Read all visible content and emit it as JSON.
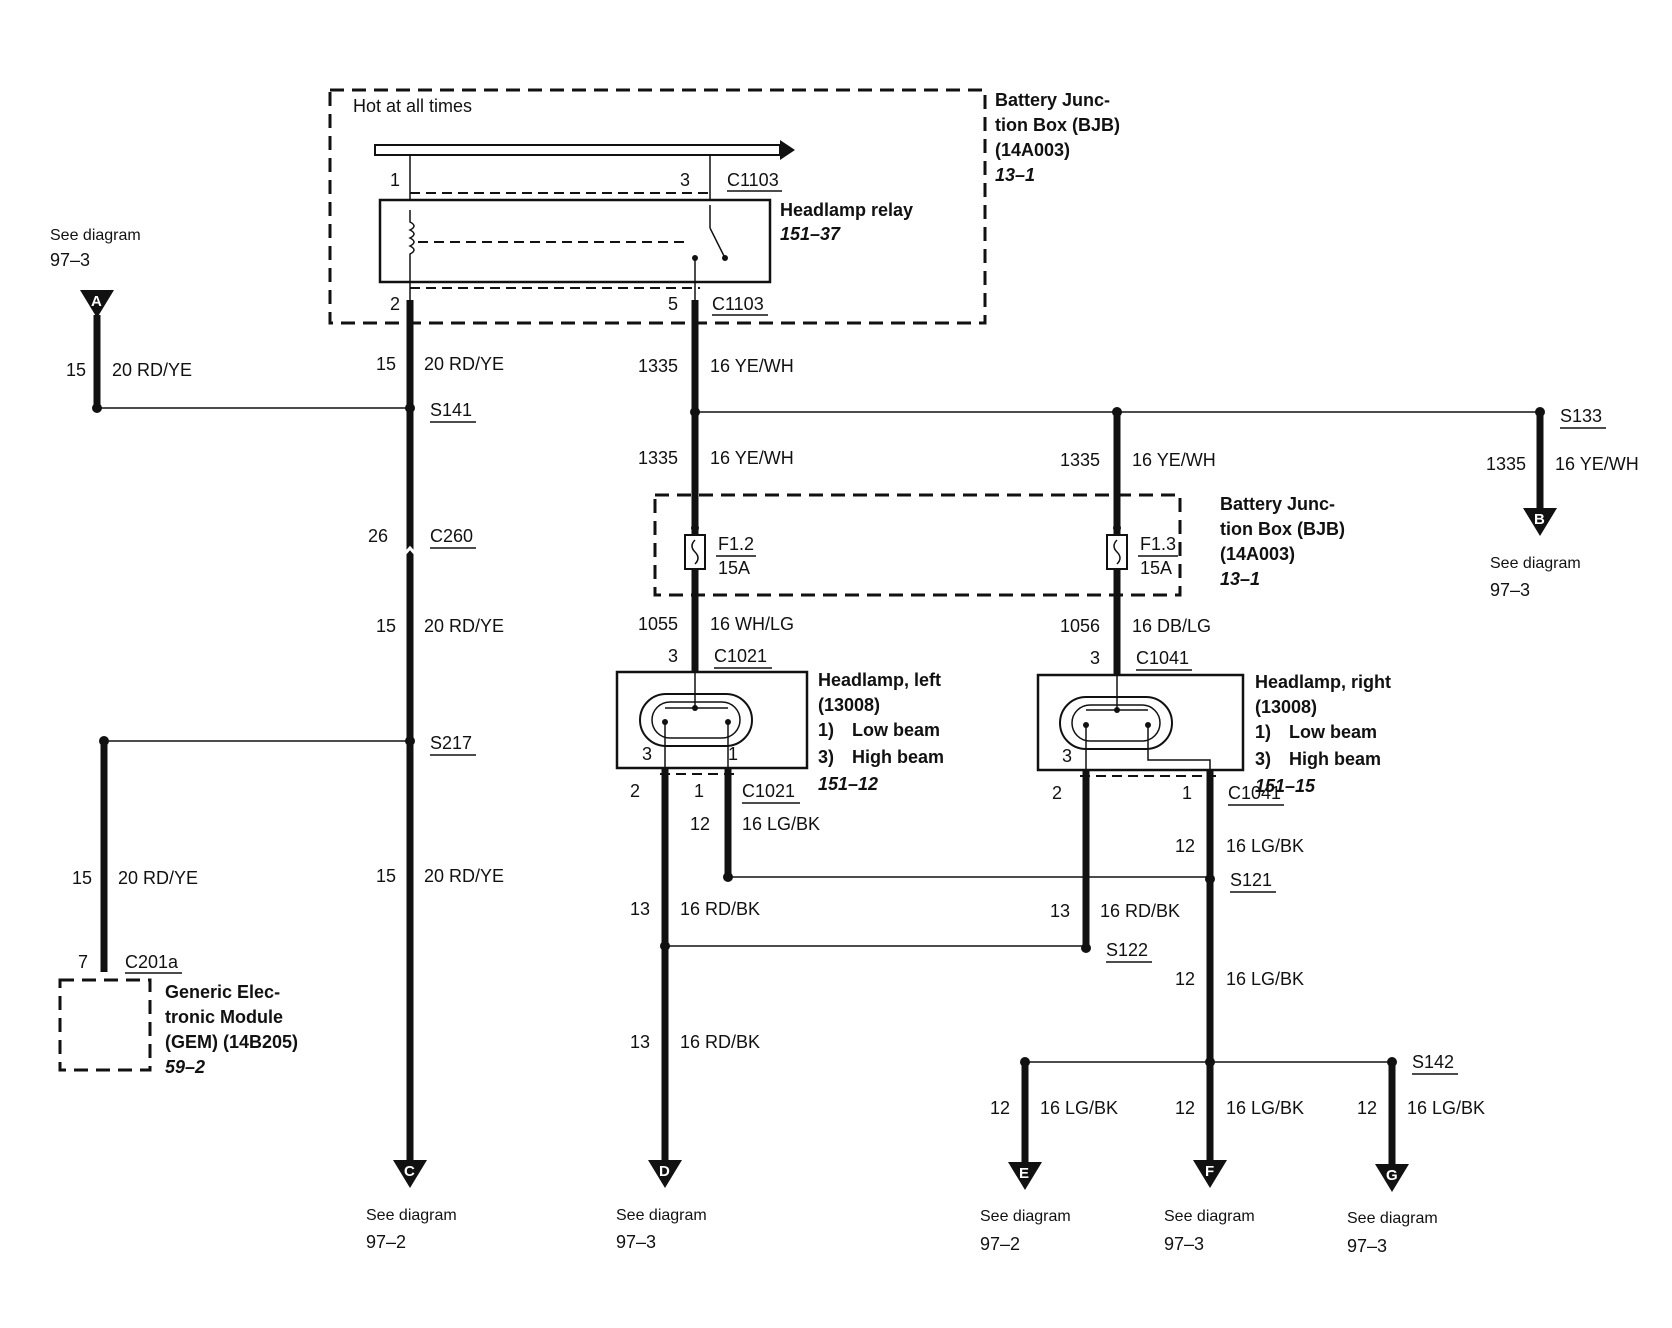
{
  "bjb_top": {
    "hot_label": "Hot at all times",
    "title_l1": "Battery Junc-",
    "title_l2": "tion Box (BJB)",
    "title_l3": "(14A003)",
    "ref": "13–1"
  },
  "relay": {
    "title": "Headlamp relay",
    "ref": "151–37",
    "pin1": "1",
    "pin2": "2",
    "pin3": "3",
    "pin5": "5",
    "conn_top": "C1103",
    "conn_bot": "C1103"
  },
  "bjb_mid": {
    "title_l1": "Battery Junc-",
    "title_l2": "tion Box (BJB)",
    "title_l3": "(14A003)",
    "ref": "13–1",
    "fuse1_name": "F1.2",
    "fuse1_rating": "15A",
    "fuse2_name": "F1.3",
    "fuse2_rating": "15A"
  },
  "see_a": {
    "label": "See diagram",
    "ref": "97–3",
    "letter": "A"
  },
  "see_b": {
    "label": "See diagram",
    "ref": "97–3",
    "letter": "B"
  },
  "see_c": {
    "label": "See diagram",
    "ref": "97–2",
    "letter": "C"
  },
  "see_d": {
    "label": "See diagram",
    "ref": "97–3",
    "letter": "D"
  },
  "see_e": {
    "label": "See diagram",
    "ref": "97–2",
    "letter": "E"
  },
  "see_f": {
    "label": "See diagram",
    "ref": "97–3",
    "letter": "F"
  },
  "see_g": {
    "label": "See diagram",
    "ref": "97–3",
    "letter": "G"
  },
  "wires": {
    "a_circ": "15",
    "a_spec": "20 RD/YE",
    "r2_circ": "15",
    "r2_spec": "20 RD/YE",
    "r5_circ": "1335",
    "r5_spec": "16 YE/WH",
    "f12_in_circ": "1335",
    "f12_in_spec": "16 YE/WH",
    "f13_in_circ": "1335",
    "f13_in_spec": "16 YE/WH",
    "b_circ": "1335",
    "b_spec": "16 YE/WH",
    "c260_pin": "26",
    "c260": "C260",
    "c_mid_circ": "15",
    "c_mid_spec": "20 RD/YE",
    "c_low_circ": "15",
    "c_low_spec": "20 RD/YE",
    "gem_circ": "15",
    "gem_spec": "20 RD/YE",
    "f12_out_circ": "1055",
    "f12_out_spec": "16 WH/LG",
    "f13_out_circ": "1056",
    "f13_out_spec": "16 DB/LG",
    "l_lb_circ": "12",
    "l_lb_spec": "16 LG/BK",
    "l_hb_circ": "13",
    "l_hb_spec": "16 RD/BK",
    "d_circ": "13",
    "d_spec": "16 RD/BK",
    "r_hb_circ": "13",
    "r_hb_spec": "16 RD/BK",
    "r_lb_circ": "12",
    "r_lb_spec": "16 LG/BK",
    "s121_down_circ": "12",
    "s121_down_spec": "16 LG/BK",
    "e_circ": "12",
    "e_spec": "16 LG/BK",
    "f_circ": "12",
    "f_spec": "16 LG/BK",
    "g_circ": "12",
    "g_spec": "16 LG/BK"
  },
  "splices": {
    "s141": "S141",
    "s133": "S133",
    "s217": "S217",
    "s121": "S121",
    "s122": "S122",
    "s142": "S142"
  },
  "headlamp_left": {
    "title": "Headlamp, left",
    "part": "(13008)",
    "item1_num": "1)",
    "item1": "Low beam",
    "item3_num": "3)",
    "item3": "High beam",
    "ref": "151–12",
    "conn_top": "C1021",
    "conn_bot": "C1021",
    "pin_top": "3",
    "pin_in3": "3",
    "pin_in1": "1",
    "pin_out2": "2",
    "pin_out1": "1"
  },
  "headlamp_right": {
    "title": "Headlamp, right",
    "part": "(13008)",
    "item1_num": "1)",
    "item1": "Low beam",
    "item3_num": "3)",
    "item3": "High beam",
    "ref": "151–15",
    "conn_top": "C1041",
    "conn_bot": "C1041",
    "pin_top": "3",
    "pin_in3": "3",
    "pin_out2": "2",
    "pin_out1": "1"
  },
  "gem": {
    "pin": "7",
    "conn": "C201a",
    "title_l1": "Generic Elec-",
    "title_l2": "tronic Module",
    "title_l3": "(GEM) (14B205)",
    "ref": "59–2"
  }
}
